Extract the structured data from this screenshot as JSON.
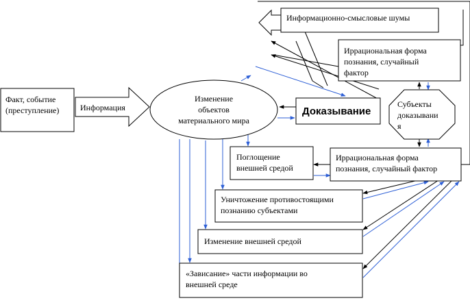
{
  "diagram": {
    "fact_box": {
      "lines": [
        "Факт, событие",
        "(преступление)"
      ]
    },
    "info_arrow": {
      "label": "Информация"
    },
    "material_change": {
      "lines": [
        "Изменение",
        "объектов",
        "материального мира"
      ]
    },
    "proving": {
      "label": "Доказывание"
    },
    "subjects": {
      "lines": [
        "Субъекты",
        "доказывани",
        "я"
      ]
    },
    "noise": {
      "label": "Информационно-смысловые шумы"
    },
    "irrational_top": {
      "lines": [
        "Иррациональная форма",
        "познания, случайный",
        "фактор"
      ]
    },
    "irrational_mid": {
      "lines": [
        "Иррациональная форма",
        "познания, случайный фактор"
      ]
    },
    "absorption": {
      "lines": [
        "Поглощение",
        "внешней средой"
      ]
    },
    "destruction": {
      "lines": [
        "Уничтожение противостоящими",
        "познанию субъектами"
      ]
    },
    "env_change": {
      "label": "Изменение внешней средой"
    },
    "hanging": {
      "lines": [
        "«Зависание» части информации во",
        "внешней среде"
      ]
    }
  },
  "colors": {
    "line": "#000000",
    "accent": "#2d5fd6",
    "background": "#ffffff"
  }
}
